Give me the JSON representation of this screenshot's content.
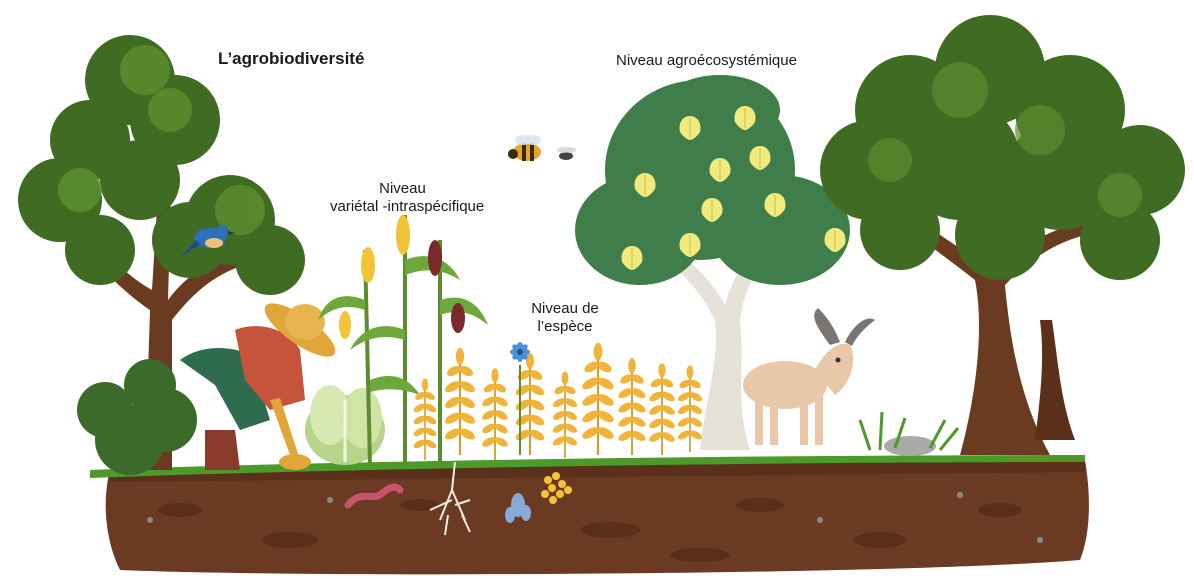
{
  "title": "L’agrobiodiversité",
  "labels": {
    "varietal_line1": "Niveau",
    "varietal_line2": "variétal -intraspécifique",
    "species_line1": "Niveau de",
    "species_line2": "l’espèce",
    "agroecosystem": "Niveau agroécosystémique"
  },
  "colors": {
    "soil": "#6b3a22",
    "soil_dark": "#4a2614",
    "grass": "#4c9a2a",
    "tree_dark": "#3f6b22",
    "tree_mid": "#5b8d2f",
    "fig_tree": "#3f7d4a",
    "fig_leaf": "#f1ea7d",
    "trunk": "#6a3b20",
    "wheat": "#f0b43a",
    "goat": "#e8c8a8",
    "farmer_shirt": "#c6543a",
    "farmer_pants": "#2f6b4e",
    "hat": "#e0a63a"
  },
  "icons": [
    "tree-icon",
    "bird-icon",
    "farmer-icon",
    "corn-icon",
    "lettuce-icon",
    "wheat-icon",
    "cornflower-icon",
    "bee-icon",
    "fly-icon",
    "fig-tree-icon",
    "goat-icon",
    "worm-icon",
    "root-icon",
    "seed-icon",
    "rock-icon"
  ]
}
